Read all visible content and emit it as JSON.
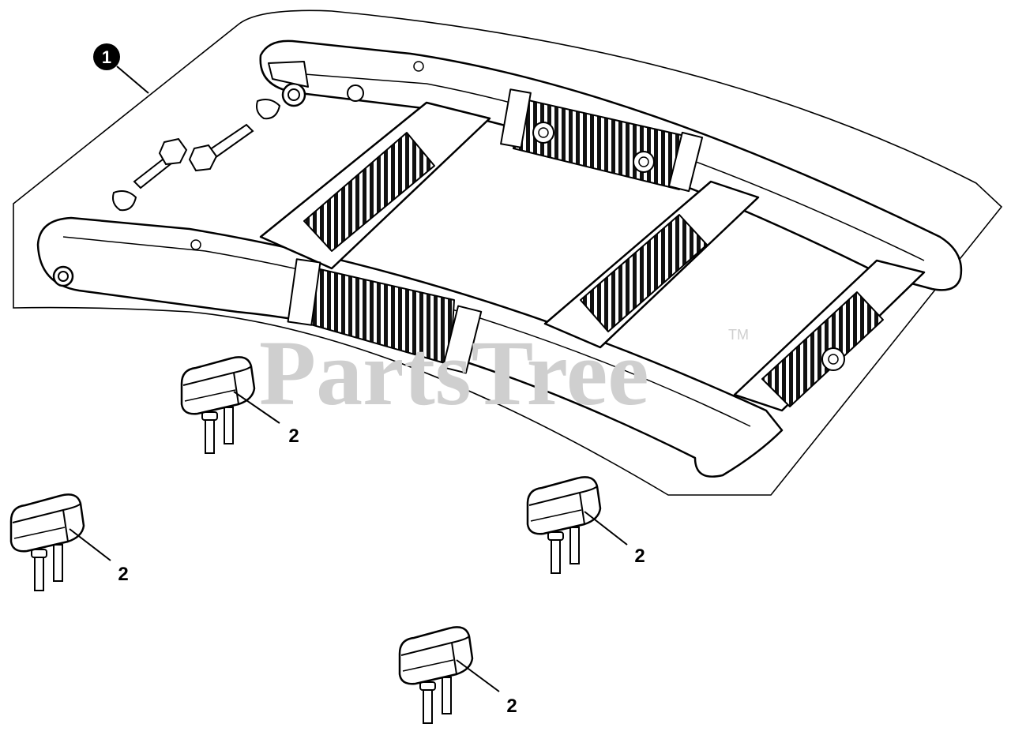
{
  "watermark": {
    "text": "PartsTree",
    "trademark": "TM",
    "color": "#cfcfcf"
  },
  "callouts": [
    {
      "id": "1",
      "style": "filled-circle",
      "part": "handle-frame-assembly"
    },
    {
      "id": "2",
      "style": "plain",
      "part": "knob"
    },
    {
      "id": "2",
      "style": "plain",
      "part": "knob"
    },
    {
      "id": "2",
      "style": "plain",
      "part": "knob"
    },
    {
      "id": "2",
      "style": "plain",
      "part": "knob"
    }
  ],
  "colors": {
    "line": "#000000",
    "background": "#ffffff"
  }
}
